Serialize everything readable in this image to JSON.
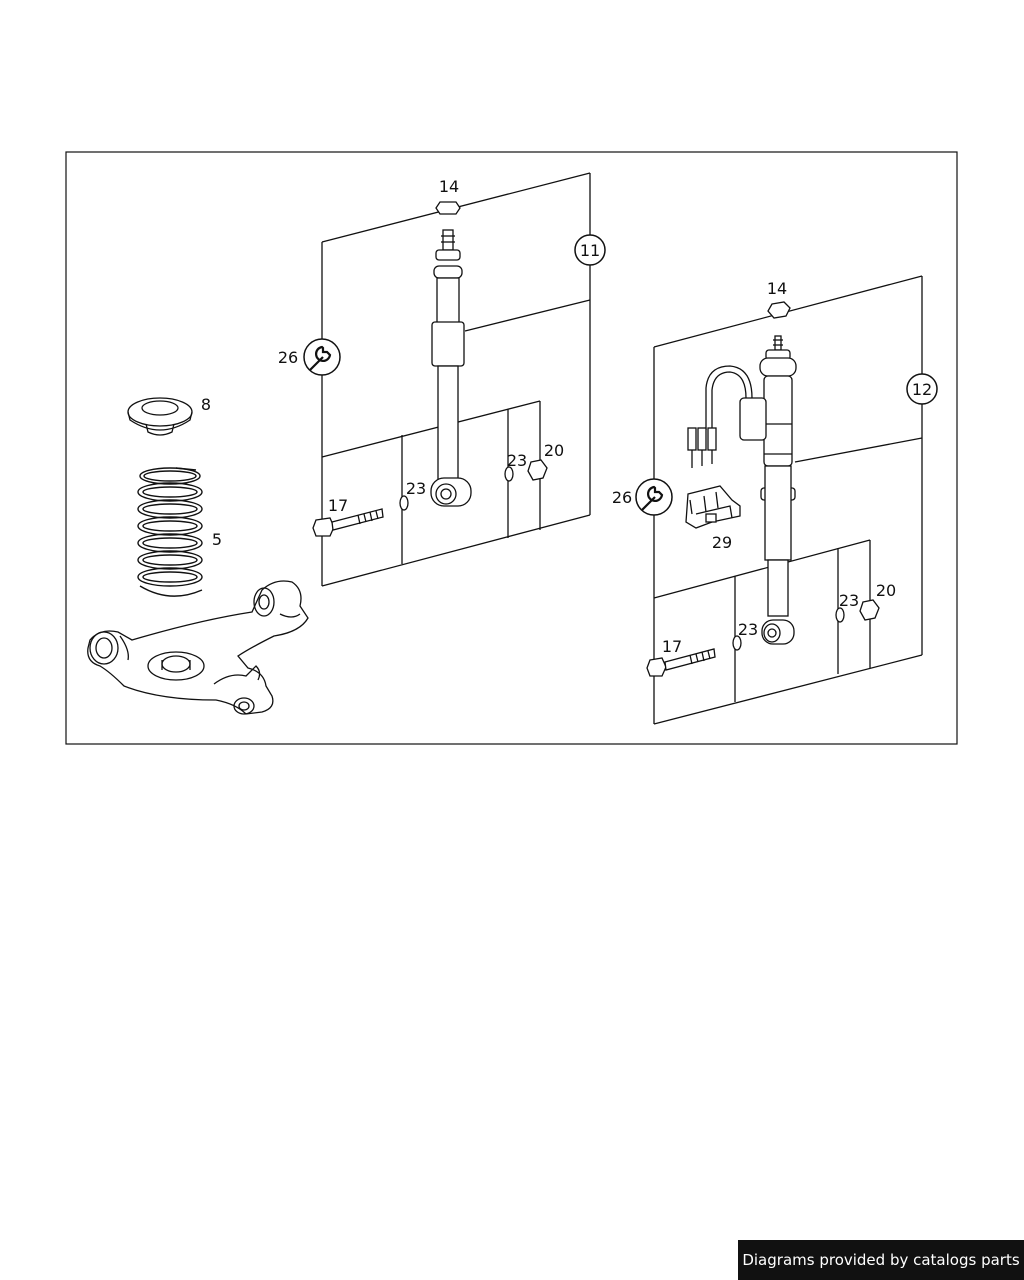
{
  "callouts": {
    "left_nut_top": "14",
    "left_assembly": "11",
    "left_tool": "26",
    "spring_seat": "8",
    "coil_spring": "5",
    "left_bolt": "17",
    "left_washer_a": "23",
    "left_washer_b": "23",
    "left_nut_bottom": "20",
    "right_nut_top": "14",
    "right_assembly": "12",
    "right_tool": "26",
    "connector": "29",
    "right_bolt": "17",
    "right_washer_a": "23",
    "right_washer_b": "23",
    "right_nut_bottom": "20"
  },
  "footer": {
    "text": "Diagrams provided by catalogs parts"
  },
  "colors": {
    "line": "#111111",
    "background": "#ffffff",
    "footer_bg": "#111111",
    "footer_text": "#ffffff"
  }
}
